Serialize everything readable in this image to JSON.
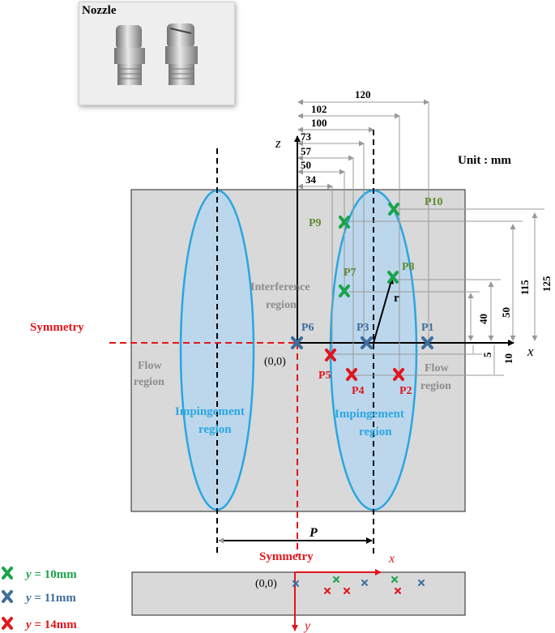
{
  "photo": {
    "title": "Nozzle"
  },
  "unit_label": "Unit : mm",
  "axes": {
    "z": "z",
    "x": "x",
    "y": "y",
    "origin": "(0,0)",
    "radius": "r"
  },
  "symmetry": {
    "left": "Symmetry",
    "bottom": "Symmetry"
  },
  "pitch_label": "P",
  "regions": {
    "interference": [
      "Interference",
      "region"
    ],
    "flow_left": [
      "Flow",
      "region"
    ],
    "flow_right": [
      "Flow",
      "region"
    ],
    "impingement_left": [
      "Impingement",
      "region"
    ],
    "impingement_right": [
      "Impingement",
      "region"
    ]
  },
  "points": [
    {
      "id": "P1",
      "group": "y11"
    },
    {
      "id": "P2",
      "group": "y14"
    },
    {
      "id": "P3",
      "group": "y11"
    },
    {
      "id": "P4",
      "group": "y14"
    },
    {
      "id": "P5",
      "group": "y14"
    },
    {
      "id": "P6",
      "group": "y11"
    },
    {
      "id": "P7",
      "group": "y10"
    },
    {
      "id": "P8",
      "group": "y10"
    },
    {
      "id": "P9",
      "group": "y10"
    },
    {
      "id": "P10",
      "group": "y10"
    }
  ],
  "dims_horizontal": [
    "120",
    "102",
    "100",
    "73",
    "57",
    "50",
    "34"
  ],
  "dims_vertical": [
    "125",
    "115",
    "50",
    "40",
    "10",
    "5"
  ],
  "legend": [
    {
      "key": "y10",
      "var": "y",
      "text": " = 10mm",
      "color": "#1aa34a"
    },
    {
      "key": "y11",
      "var": "y",
      "text": " = 11mm",
      "color": "#3d6e9c"
    },
    {
      "key": "y14",
      "var": "y",
      "text": " = 14mm",
      "color": "#e0161c"
    }
  ],
  "colors": {
    "ellipse_fill": "#bcd7ec",
    "ellipse_stroke": "#2aa6e0",
    "panel": "#d9d9d9",
    "symmetry": "#e0161c",
    "label_gray": "#8c8c8c",
    "label_blue": "#2aa6e0",
    "p_green": "#5c8a2e",
    "p_blue": "#3d6e9c",
    "p_red": "#e0161c"
  }
}
